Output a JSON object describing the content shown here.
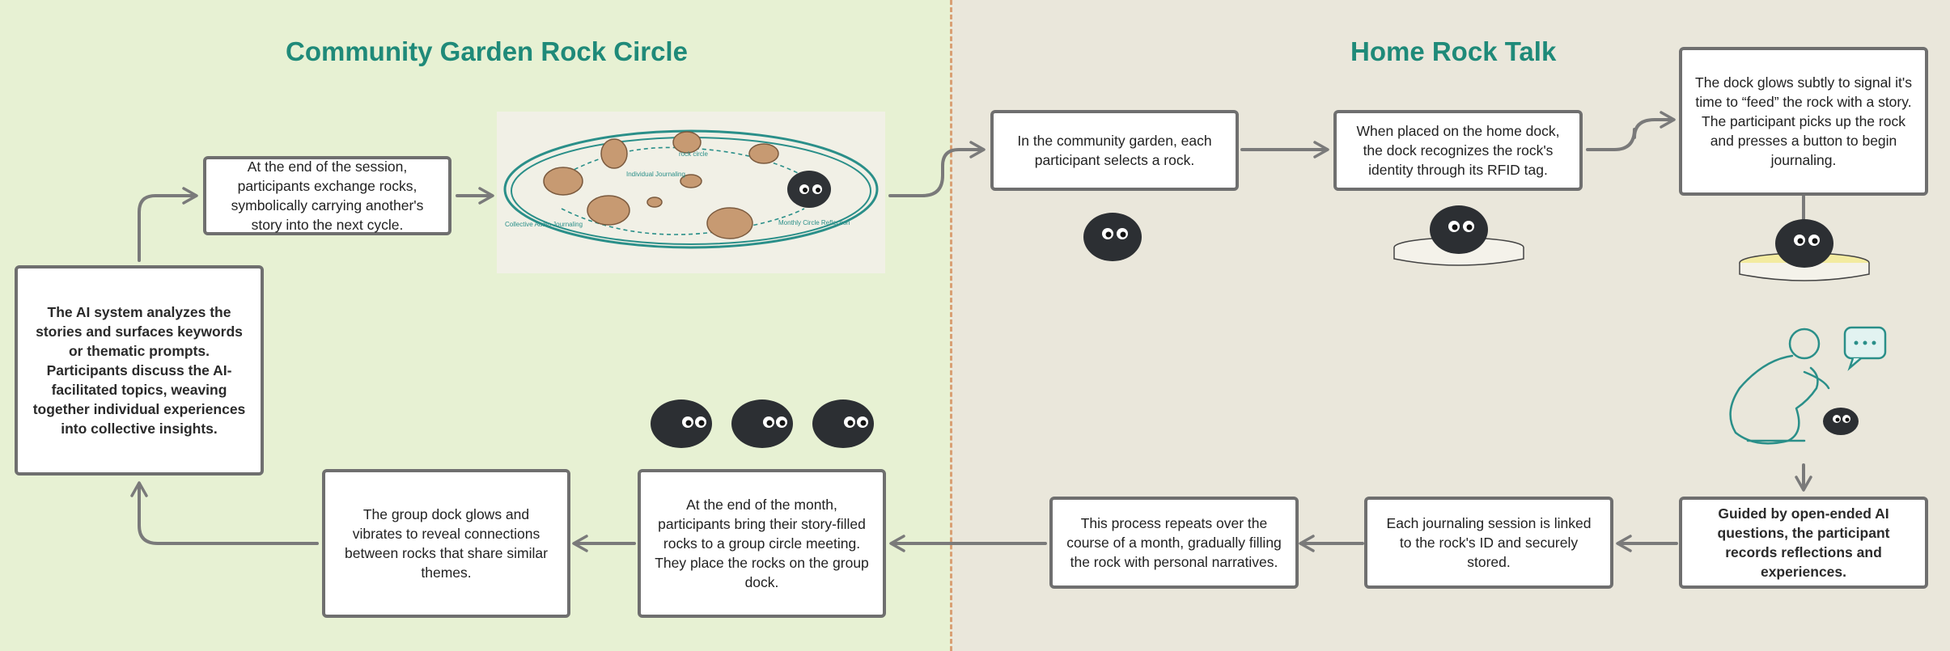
{
  "left_title": "Community Garden Rock Circle",
  "right_title": "Home Rock Talk",
  "steps": {
    "exchange": "At the end of the session, participants exchange rocks, symbolically carrying another's story into the next cycle.",
    "ai_analysis": "The AI system analyzes the stories and surfaces keywords or thematic prompts.\nParticipants discuss the AI-facilitated topics, weaving together individual experiences into collective insights.",
    "group_dock": "The group dock glows and vibrates to reveal connections between rocks that share similar themes.",
    "month_end": "At the end of the month, participants bring their story-filled rocks to a group circle meeting. They place the rocks on the group dock.",
    "select_rock": "In the community garden, each participant selects a rock.",
    "home_dock": "When placed on the home dock, the dock recognizes the rock's identity through its RFID tag.",
    "dock_glows": "The dock glows subtly to signal it's time to “feed” the rock with a story. The participant picks up the rock and presses a button to begin journaling.",
    "guided": "Guided by open-ended AI questions, the participant records reflections and experiences.",
    "linked": "Each journaling session is linked to the rock's ID and securely stored.",
    "repeats": "This process repeats over the course of a month, gradually filling the rock with personal narratives."
  },
  "circle_labels": {
    "rock_circle": "rock circle",
    "individual": "Individual Journaling",
    "collective": "Collective Audio Journaling",
    "monthly": "Monthly Circle Reflection"
  },
  "colors": {
    "left_bg": "#e7f1d3",
    "right_bg": "#eae7db",
    "title": "#1f8a79",
    "arrow": "#7a7a7a",
    "box_border": "#6f6f6f",
    "divider": "#d9a074",
    "teal": "#2a8f89"
  }
}
